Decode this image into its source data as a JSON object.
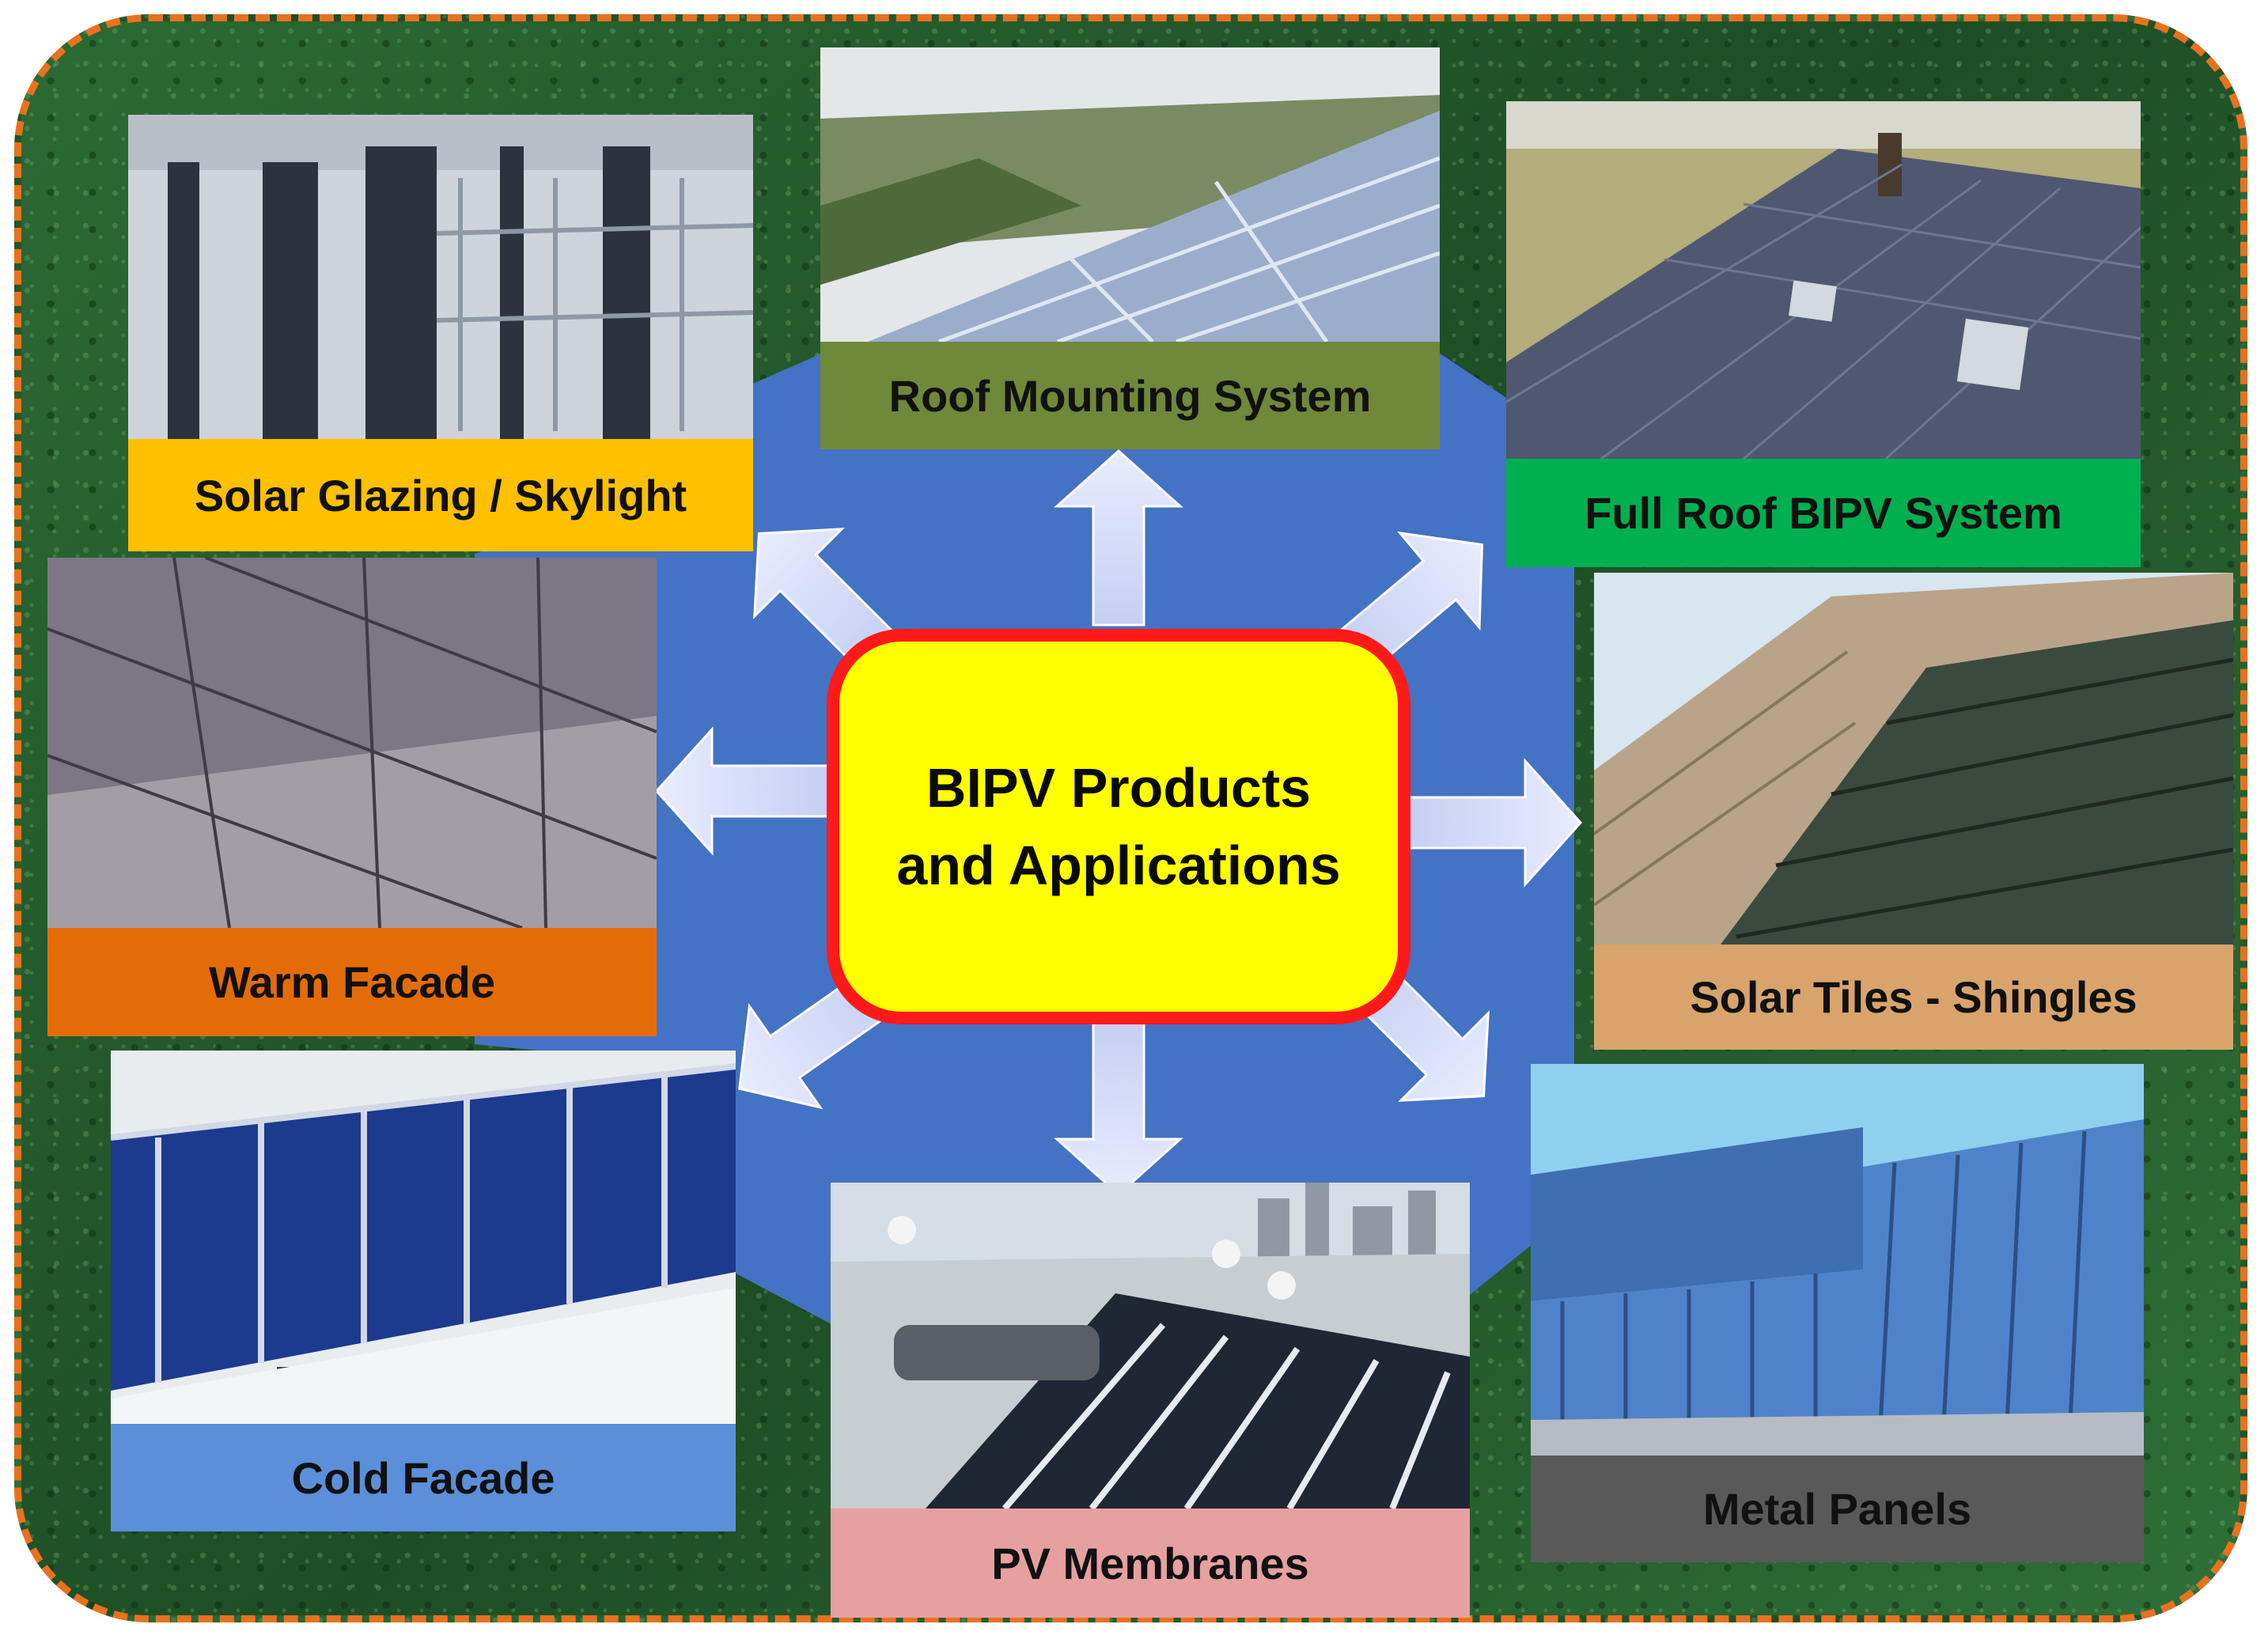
{
  "center": {
    "line1": "BIPV Products",
    "line2": "and Applications"
  },
  "colors": {
    "frame_border": "#e8711f",
    "hub": "#4472c4",
    "center_fill": "#ffff00",
    "center_border": "#ff1a1a"
  },
  "products": [
    {
      "label": "Solar Glazing / Skylight",
      "label_color": "#ffc000"
    },
    {
      "label": "Roof Mounting System",
      "label_color": "#70883a"
    },
    {
      "label": "Full Roof BIPV System",
      "label_color": "#00b050"
    },
    {
      "label": "Warm Facade",
      "label_color": "#e36c09"
    },
    {
      "label": "Solar Tiles - Shingles",
      "label_color": "#d9a46c"
    },
    {
      "label": "Cold Facade",
      "label_color": "#5b8fd9"
    },
    {
      "label": "PV Membranes",
      "label_color": "#e6a0a0"
    },
    {
      "label": "Metal Panels",
      "label_color": "#595959"
    }
  ]
}
